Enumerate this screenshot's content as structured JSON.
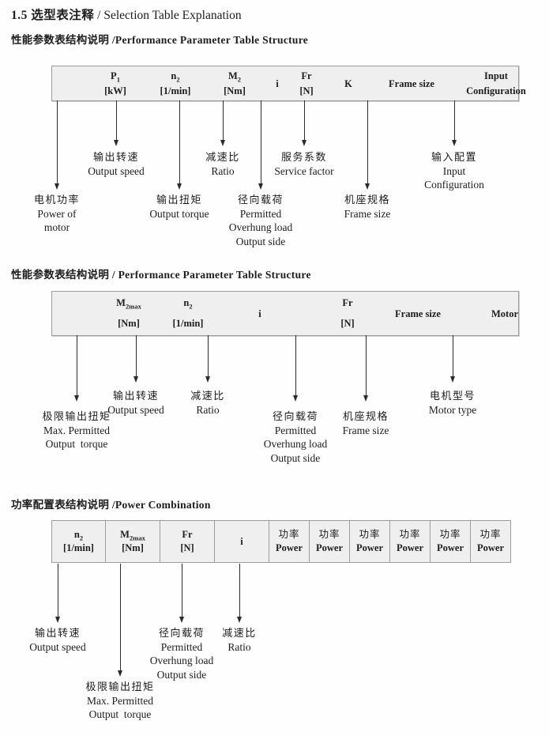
{
  "title": {
    "zh": "1.5 选型表注释",
    "en": " / Selection Table Explanation"
  },
  "colors": {
    "table_bg": "#efefef",
    "table_border": "#9c9c9c",
    "text": "#1d1d1d"
  },
  "s1": {
    "heading": "性能参数表结构说明 /Performance Parameter Table Structure",
    "cols": [
      {
        "sym": "P",
        "sub": "1",
        "unit": "[kW]"
      },
      {
        "sym": "n",
        "sub": "2",
        "unit": "[1/min]"
      },
      {
        "sym": "M",
        "sub": "2",
        "unit": "[Nm]"
      },
      {
        "sym": "i"
      },
      {
        "sym": "Fr",
        "unit": "[N]"
      },
      {
        "sym": "K"
      },
      {
        "sym": "Frame size"
      },
      {
        "sym": "Input",
        "unit": "Configuration"
      }
    ],
    "callouts": [
      {
        "l1": "电机功率",
        "l2": "Power of",
        "l3": "motor"
      },
      {
        "l1": "输出转速",
        "l2": "Output speed"
      },
      {
        "l1": "输出扭矩",
        "l2": "Output torque"
      },
      {
        "l1": "减速比",
        "l2": "Ratio"
      },
      {
        "l1": "径向载荷",
        "l2": "Permitted",
        "l3": "Overhung load",
        "l4": "Output side"
      },
      {
        "l1": "服务系数",
        "l2": "Service factor"
      },
      {
        "l1": "机座规格",
        "l2": "Frame size"
      },
      {
        "l1": "输入配置",
        "l2": "Input",
        "l3": "Configuration"
      }
    ]
  },
  "s2": {
    "heading": "性能参数表结构说明 / Performance Parameter Table Structure",
    "cols": [
      {
        "sym": "M",
        "sub": "2max",
        "unit": "[Nm]"
      },
      {
        "sym": "n",
        "sub": "2",
        "unit": "[1/min]"
      },
      {
        "sym": "i"
      },
      {
        "sym": "Fr",
        "unit": "[N]"
      },
      {
        "sym": "Frame size"
      },
      {
        "sym": "Motor"
      }
    ],
    "callouts": [
      {
        "l1": "极限输出扭矩",
        "l2": "Max. Permitted",
        "l3": "Output  torque"
      },
      {
        "l1": "输出转速",
        "l2": "Output speed"
      },
      {
        "l1": "减速比",
        "l2": "Ratio"
      },
      {
        "l1": "径向载荷",
        "l2": "Permitted",
        "l3": "Overhung load",
        "l4": "Output side"
      },
      {
        "l1": "机座规格",
        "l2": "Frame size"
      },
      {
        "l1": "电机型号",
        "l2": "Motor type"
      }
    ]
  },
  "s3": {
    "heading": "功率配置表结构说明 /Power Combination",
    "cols": [
      {
        "sym": "n",
        "sub": "2",
        "unit": "[1/min]"
      },
      {
        "sym": "M",
        "sub": "2max",
        "unit": "[Nm]"
      },
      {
        "sym": "Fr",
        "unit": "[N]"
      },
      {
        "sym": "i"
      }
    ],
    "power_cols": [
      {
        "zh": "功率",
        "en": "Power"
      },
      {
        "zh": "功率",
        "en": "Power"
      },
      {
        "zh": "功率",
        "en": "Power"
      },
      {
        "zh": "功率",
        "en": "Power"
      },
      {
        "zh": "功率",
        "en": "Power"
      },
      {
        "zh": "功率",
        "en": "Power"
      }
    ],
    "callouts": [
      {
        "l1": "输出转速",
        "l2": "Output speed"
      },
      {
        "l1": "极限输出扭矩",
        "l2": "Max. Permitted",
        "l3": "Output  torque"
      },
      {
        "l1": "径向载荷",
        "l2": "Permitted",
        "l3": "Overhung load",
        "l4": "Output side"
      },
      {
        "l1": "减速比",
        "l2": "Ratio"
      }
    ]
  }
}
